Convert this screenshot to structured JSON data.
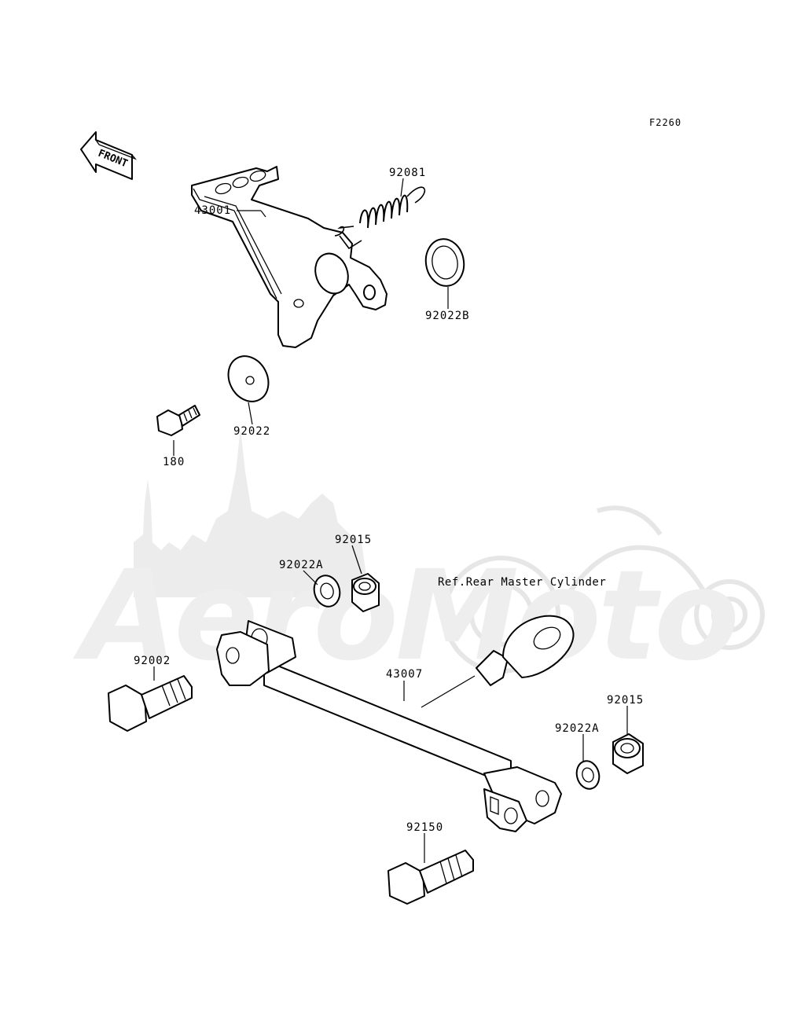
{
  "figure_code": "F2260",
  "direction_badge": {
    "text": "FRONT",
    "icon": "front-arrow-icon"
  },
  "watermark": {
    "text": "AeroMoto",
    "icon": "motorcycle-silhouette-icon"
  },
  "reference_note": "Ref.Rear Master Cylinder",
  "parts": [
    {
      "number": "43001"
    },
    {
      "number": "92081"
    },
    {
      "number": "92022B"
    },
    {
      "number": "92022"
    },
    {
      "number": "180"
    },
    {
      "number": "92015"
    },
    {
      "number": "92022A"
    },
    {
      "number": "92002"
    },
    {
      "number": "43007"
    },
    {
      "number": "92015"
    },
    {
      "number": "92022A"
    },
    {
      "number": "92150"
    }
  ]
}
